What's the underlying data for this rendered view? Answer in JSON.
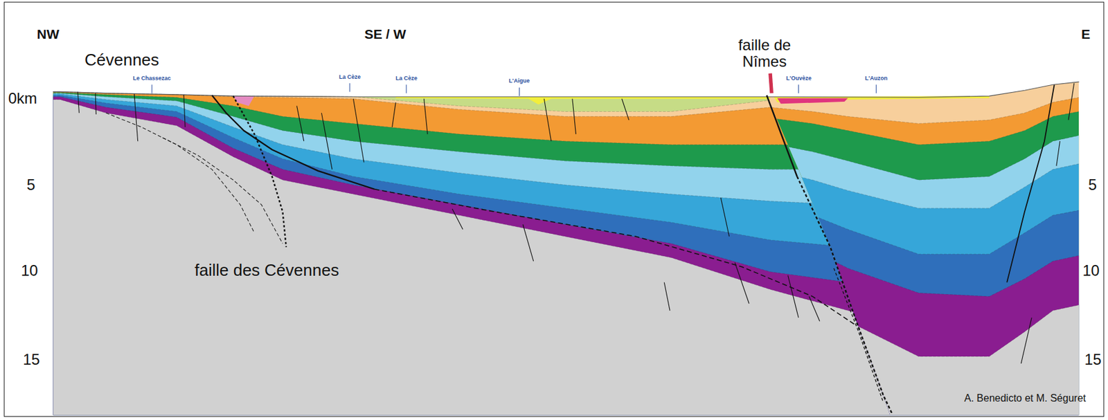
{
  "diagram": {
    "labels": [
      "NW",
      "SE / W",
      "E",
      "Cévennes",
      "faille de Nîmes",
      "faille des Cévennes",
      "0km",
      "5",
      "10",
      "15",
      "5",
      "10",
      "15",
      "Le Chassezac",
      "La Cèze",
      "La Cèze",
      "L'Aigue",
      "L'Ouvèze",
      "L'Auzon",
      "A. Benedicto et M. Séguret"
    ]
  }
}
